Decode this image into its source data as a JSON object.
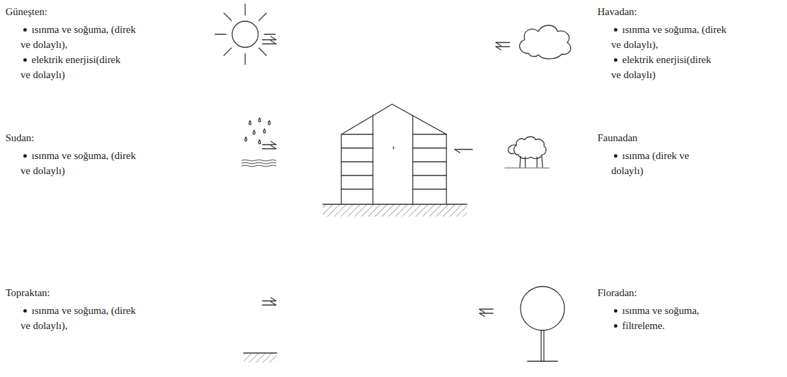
{
  "diagram": {
    "labels": [
      "Güneşten:",
      "ısınma ve soğuma, (direk ve dolaylı),",
      "elektrik enerjisi(direk ve dolaylı)",
      "Havadan:",
      "ısınma ve soğuma, (direk ve dolaylı),",
      "elektrik enerjisi(direk ve dolaylı)",
      "Sudan:",
      "ısınma ve soğuma, (direk ve dolaylı)",
      "Faunadan",
      "ısınma (direk ve dolaylı)",
      "Topraktan:",
      "ısınma ve soğuma, (direk ve dolaylı),",
      "Floradan:",
      "ısınma ve soğuma,",
      "filtreleme."
    ]
  }
}
